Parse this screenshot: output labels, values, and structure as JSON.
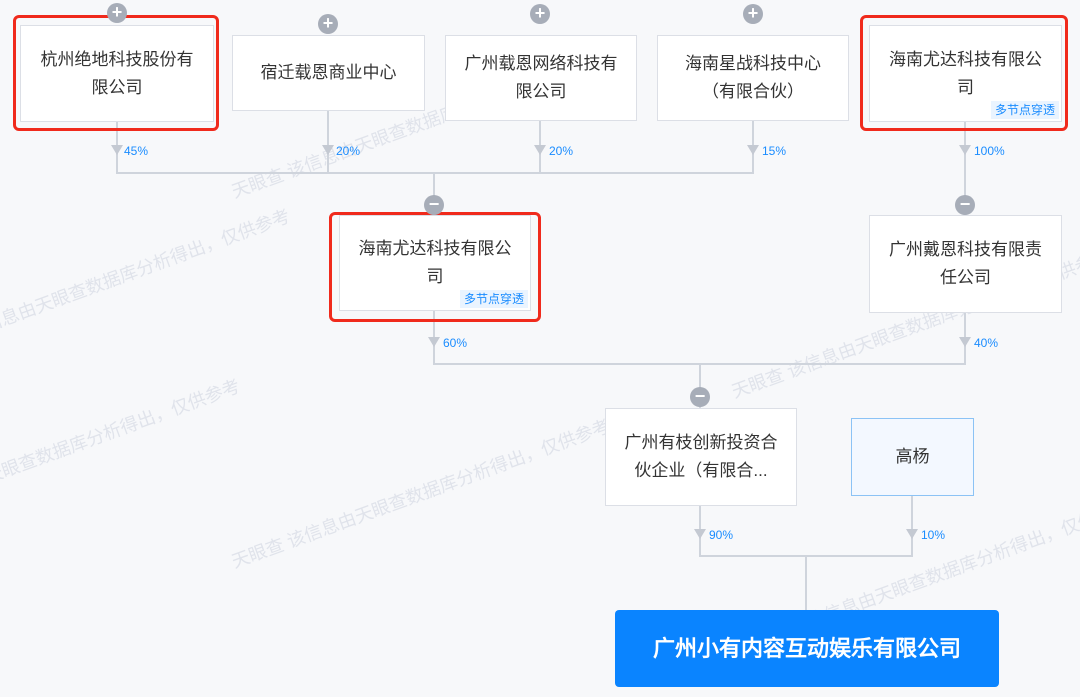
{
  "shareholders_top": [
    {
      "name": "杭州绝地科技股份有限公司",
      "pct": "45%"
    },
    {
      "name": "宿迁载恩商业中心",
      "pct": "20%"
    },
    {
      "name": "广州载恩网络科技有限公司",
      "pct": "20%"
    },
    {
      "name": "海南星战科技中心（有限合伙）",
      "pct": "15%"
    },
    {
      "name": "海南尤达科技有限公司",
      "pct": "100%",
      "tag": "多节点穿透"
    }
  ],
  "mid": [
    {
      "name": "海南尤达科技有限公司",
      "pct": "60%",
      "tag": "多节点穿透"
    },
    {
      "name": "广州戴恩科技有限责任公司",
      "pct": "40%"
    }
  ],
  "lower": [
    {
      "name": "广州有枝创新投资合伙企业（有限合...",
      "pct": "90%"
    },
    {
      "name": "高杨",
      "pct": "10%"
    }
  ],
  "target": {
    "name": "广州小有内容互动娱乐有限公司"
  },
  "icons": {
    "expand": "+",
    "collapse": "−"
  },
  "watermark": "天眼查 该信息由天眼查数据库分析得出，仅供参考"
}
